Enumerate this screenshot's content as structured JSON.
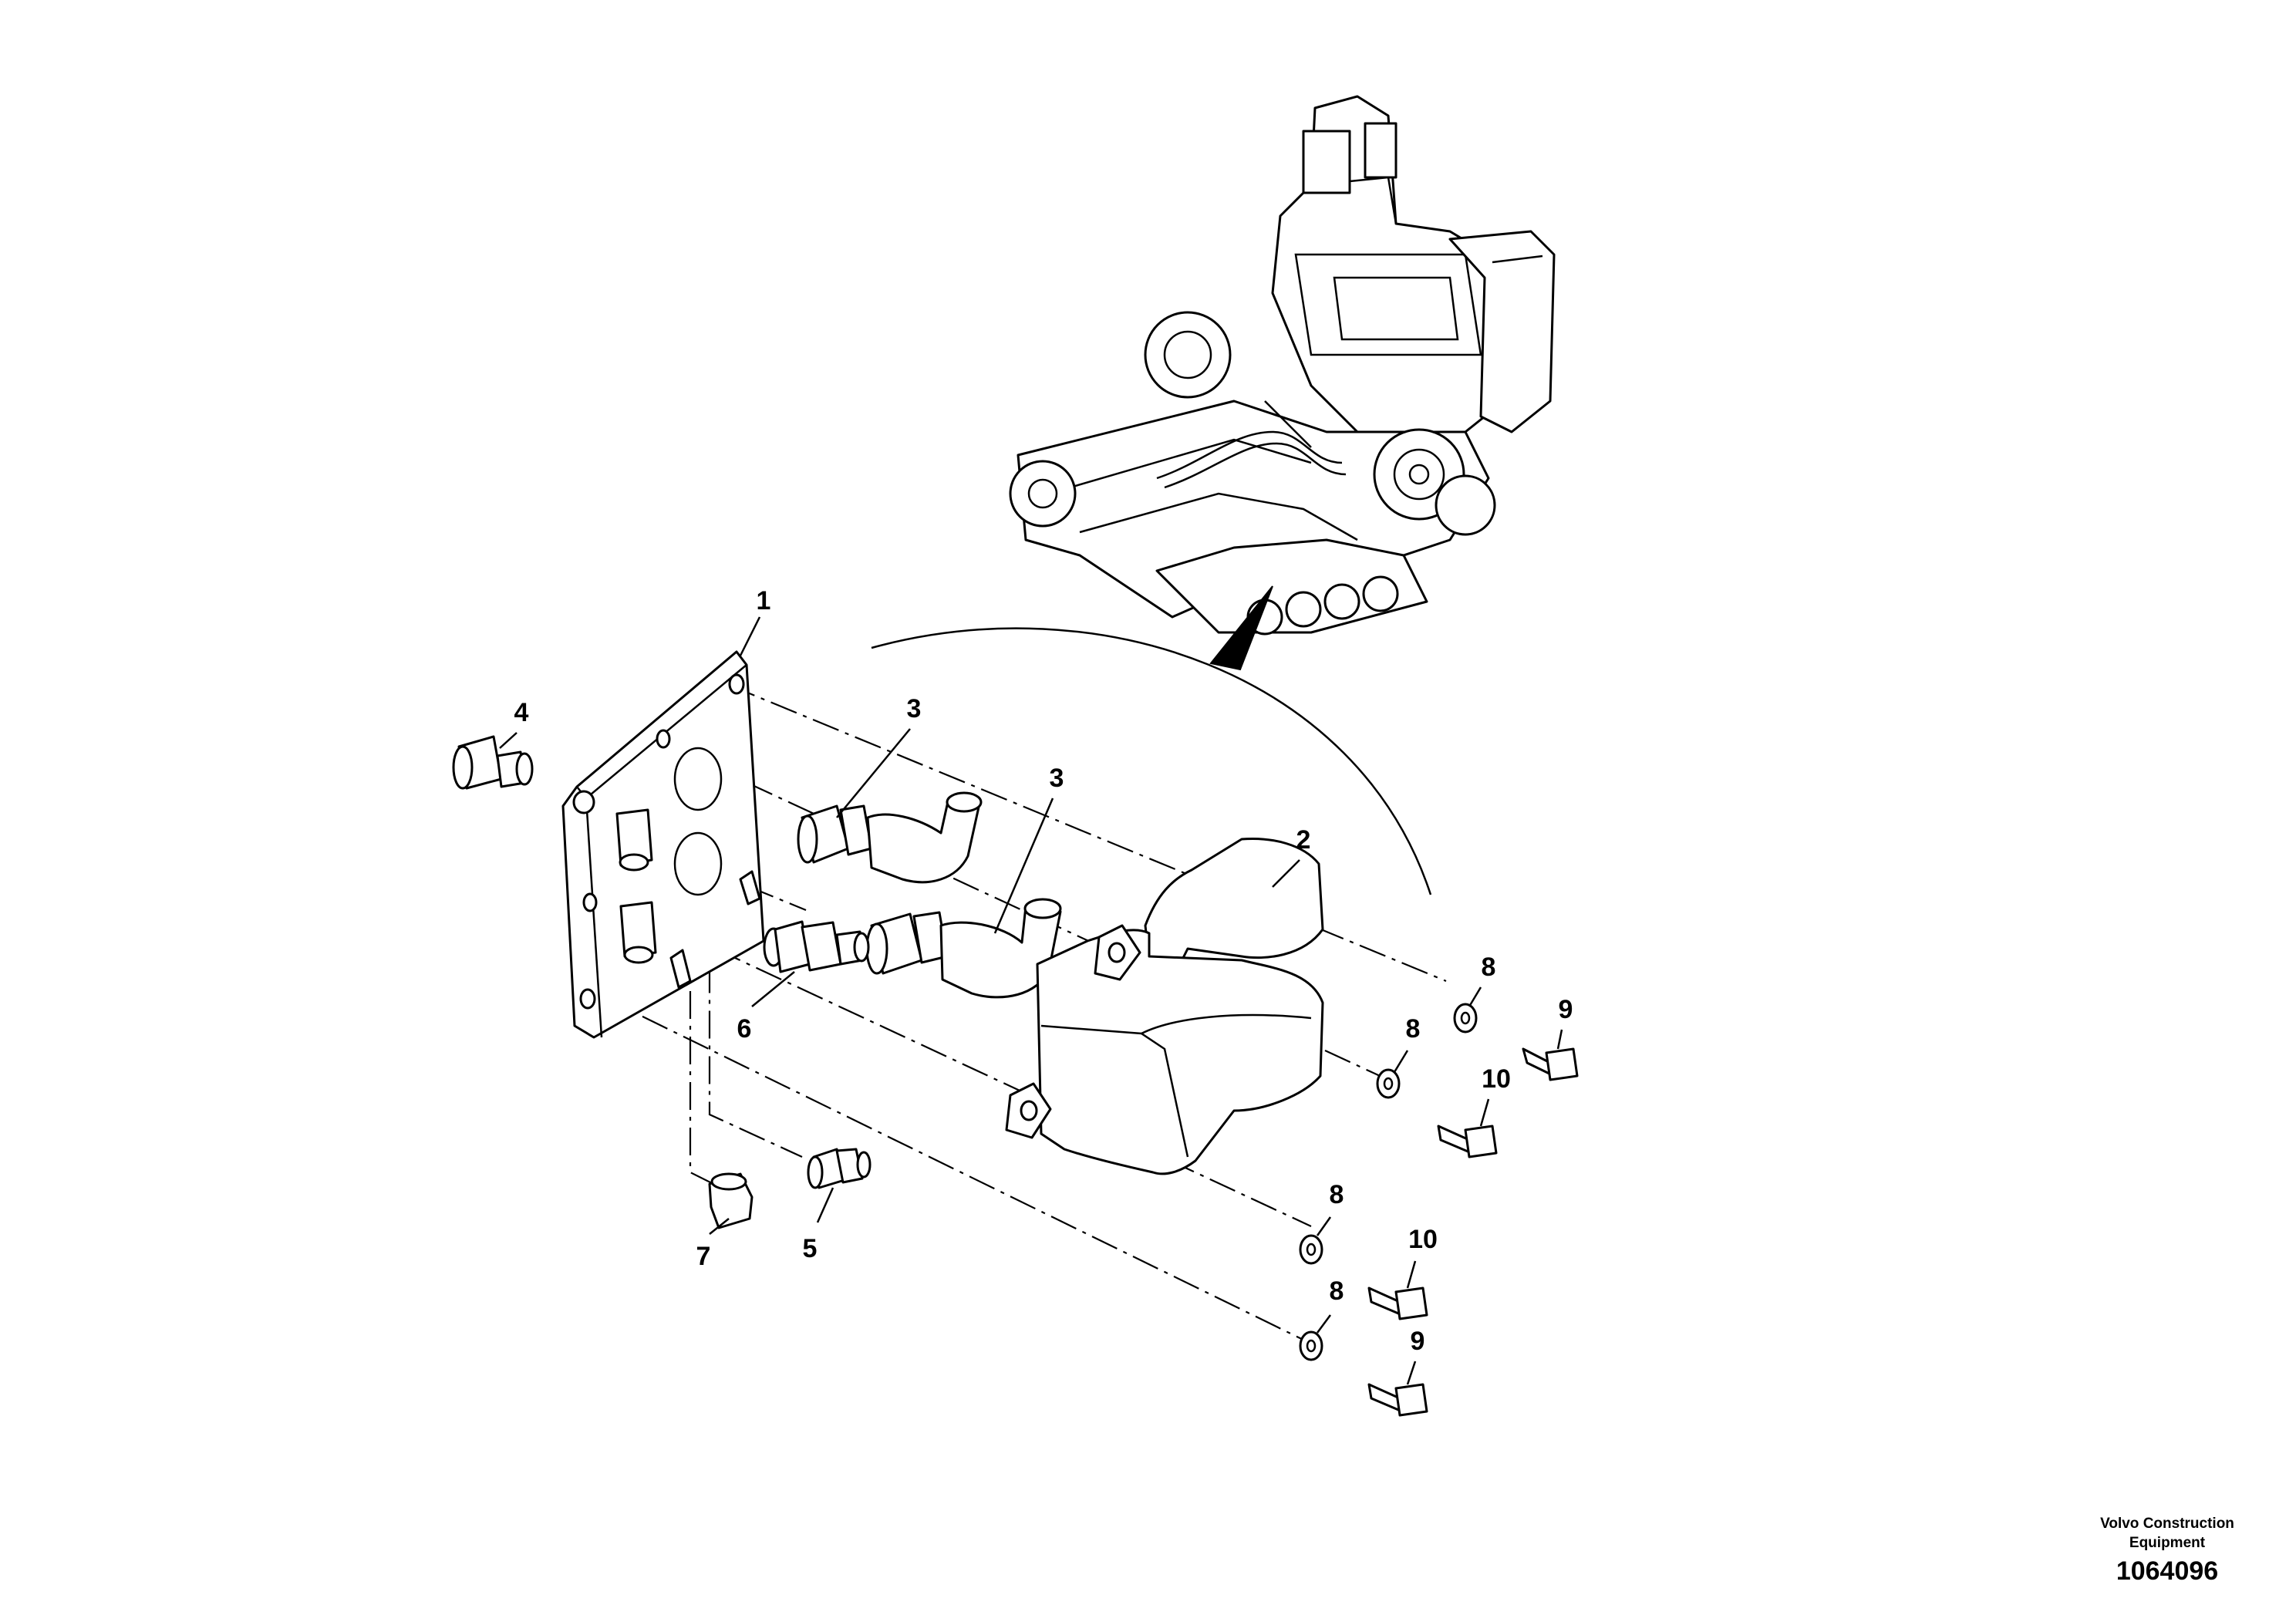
{
  "callouts": {
    "c1": "1",
    "c2": "2",
    "c3a": "3",
    "c3b": "3",
    "c4": "4",
    "c5": "5",
    "c6": "6",
    "c7": "7",
    "c8a": "8",
    "c8b": "8",
    "c8c": "8",
    "c8d": "8",
    "c9a": "9",
    "c9b": "9",
    "c10a": "10",
    "c10b": "10"
  },
  "footer": {
    "company_line1": "Volvo Construction",
    "company_line2": "Equipment",
    "drawing_number": "1064096"
  }
}
